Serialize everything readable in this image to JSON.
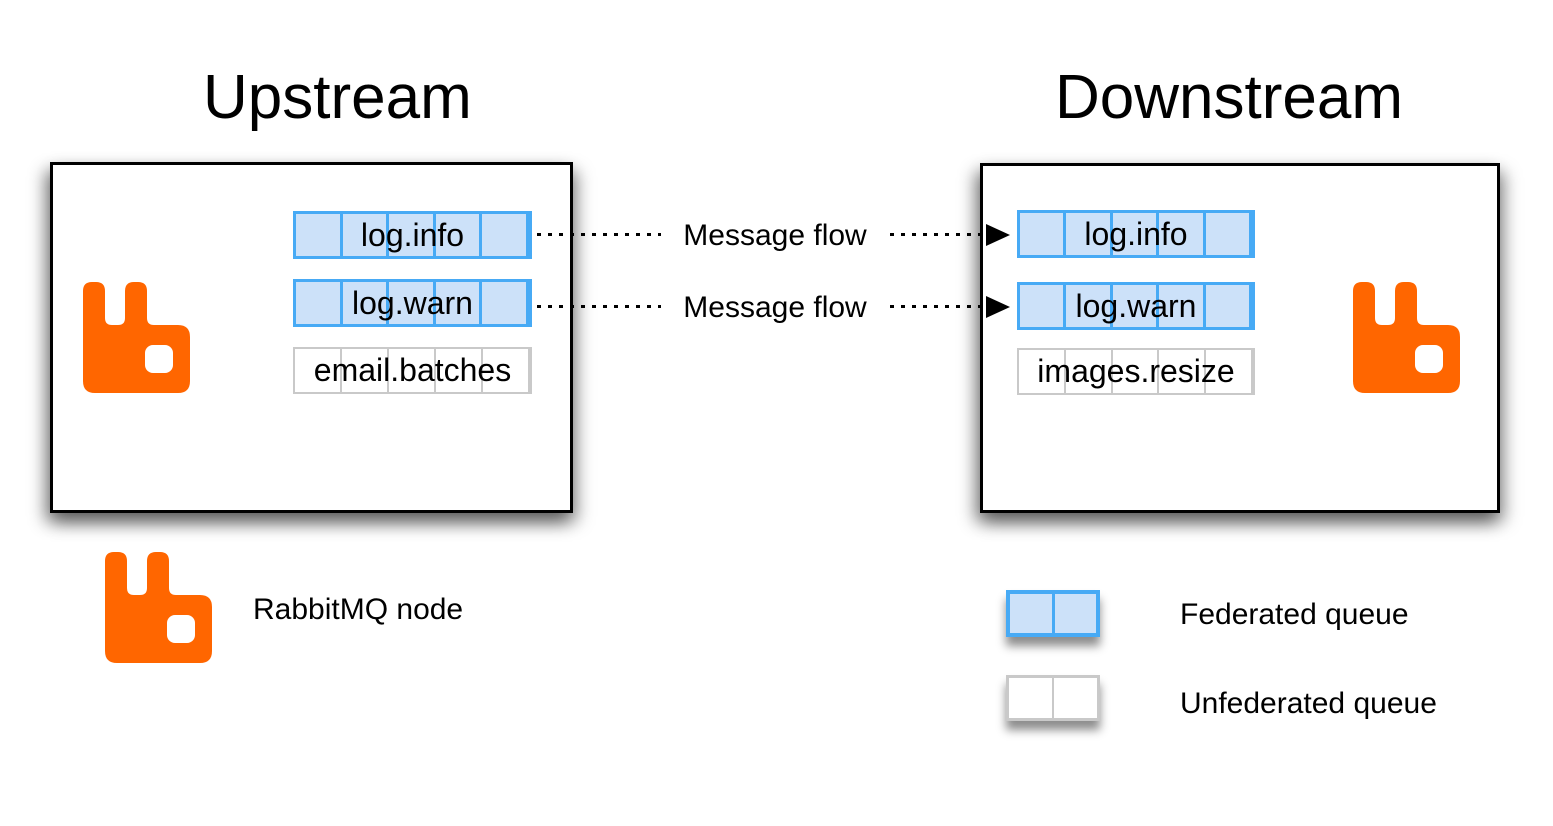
{
  "upstream": {
    "title": "Upstream",
    "queues": [
      {
        "label": "log.info",
        "federated": true
      },
      {
        "label": "log.warn",
        "federated": true
      },
      {
        "label": "email.batches",
        "federated": false
      }
    ]
  },
  "downstream": {
    "title": "Downstream",
    "queues": [
      {
        "label": "log.info",
        "federated": true
      },
      {
        "label": "log.warn",
        "federated": true
      },
      {
        "label": "images.resize",
        "federated": false
      }
    ]
  },
  "flows": [
    {
      "label": "Message flow"
    },
    {
      "label": "Message flow"
    }
  ],
  "legend": {
    "node_label": "RabbitMQ node",
    "federated_label": "Federated queue",
    "unfederated_label": "Unfederated queue"
  },
  "meta": {
    "segments_per_queue": 5
  },
  "colors": {
    "orange": "#ff6600",
    "federated_fill": "#cce1f9",
    "federated_border": "#47aaf5",
    "unfederated_fill": "#ffffff",
    "unfederated_border": "#c9c9c9",
    "box_border": "#000000",
    "text": "#000000"
  }
}
